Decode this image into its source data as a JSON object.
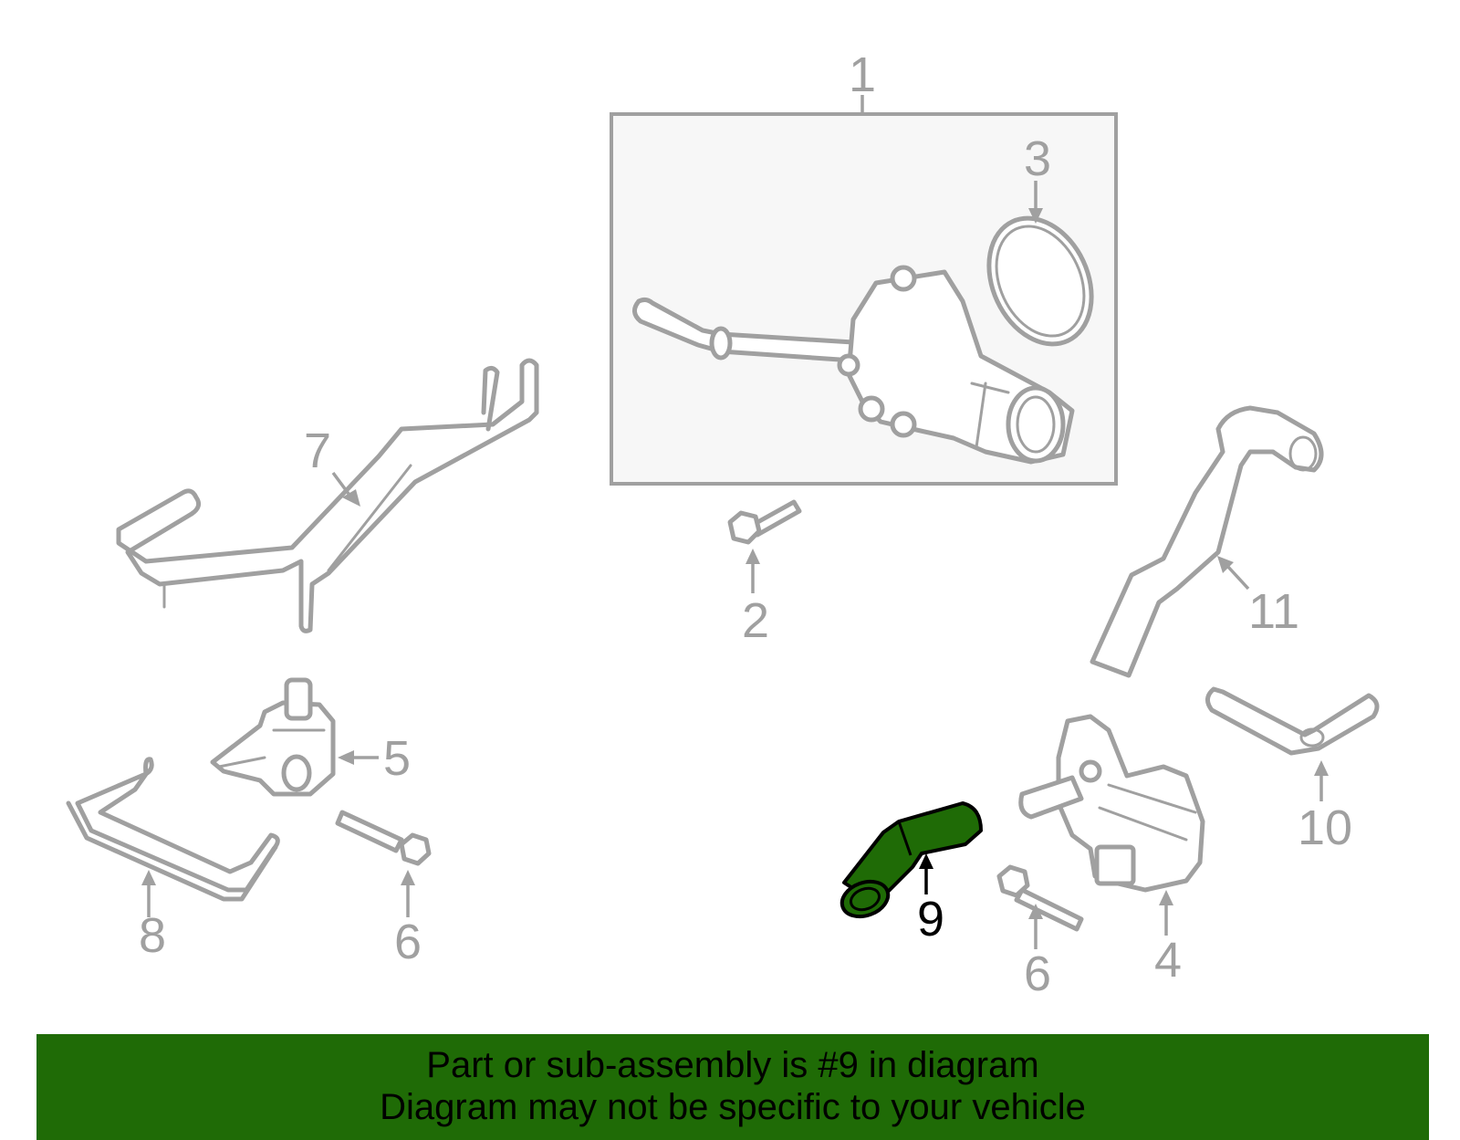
{
  "callouts": [
    {
      "num": "1"
    },
    {
      "num": "2"
    },
    {
      "num": "3"
    },
    {
      "num": "4"
    },
    {
      "num": "5"
    },
    {
      "num": "6"
    },
    {
      "num": "6"
    },
    {
      "num": "7"
    },
    {
      "num": "8"
    },
    {
      "num": "9"
    },
    {
      "num": "10"
    },
    {
      "num": "11"
    }
  ],
  "highlight_color": "#1f6b06",
  "banner": {
    "line1": "Part or sub-assembly is #9 in diagram",
    "line2": "Diagram may not be specific to your vehicle"
  }
}
